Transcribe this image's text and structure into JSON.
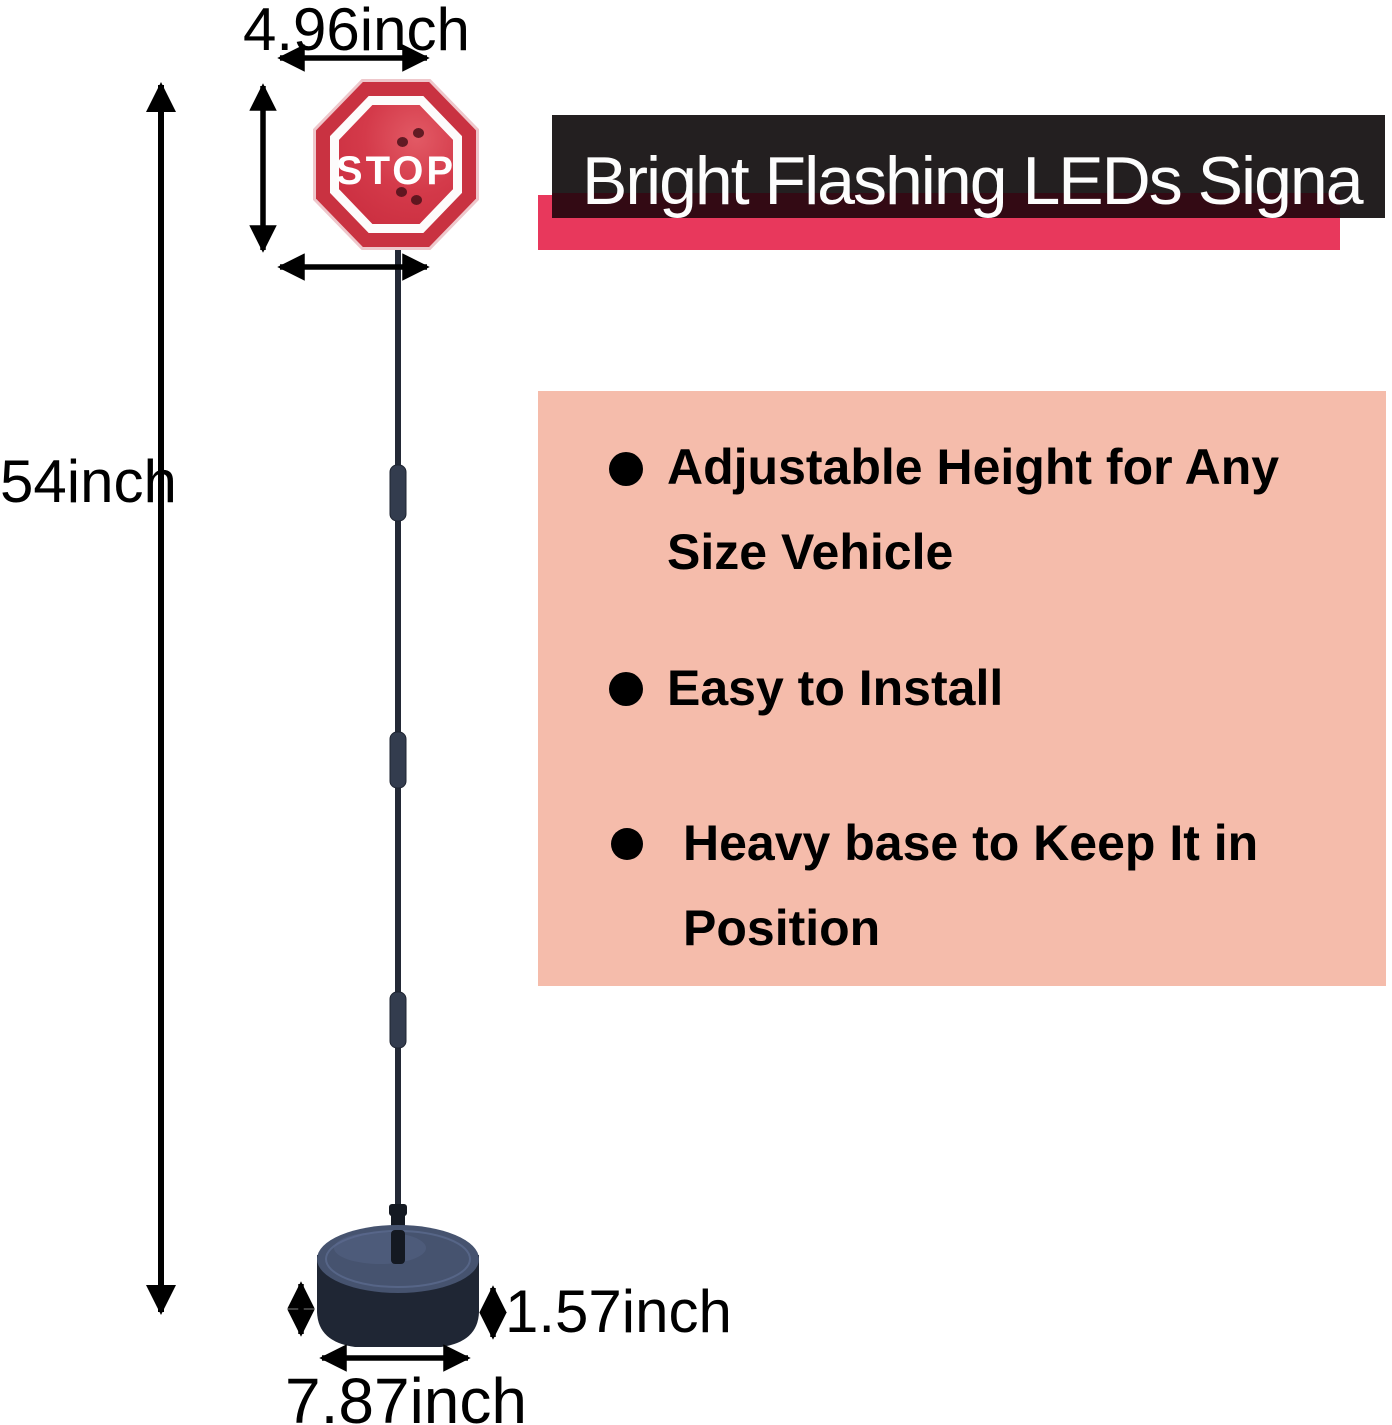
{
  "title_banner": {
    "text": "Bright Flashing LEDs Signa"
  },
  "sign": {
    "label": "STOP"
  },
  "dimensions": {
    "sign_width": "4.96inch",
    "total_height": "54inch",
    "base_height": "1.57inch",
    "base_width": "7.87inch"
  },
  "features": {
    "items": [
      {
        "line1": "Adjustable Height for Any",
        "line2": "Size Vehicle"
      },
      {
        "line1": "Easy to Install"
      },
      {
        "line1": "Heavy base to Keep It in",
        "line2": "Position"
      }
    ]
  },
  "colors": {
    "banner-black": "#231f20",
    "banner-pink": "#e8385c",
    "overlap": "#330a14",
    "feature-bg": "#f5bcab",
    "sign-red": "#d43a4a",
    "sign-red-deep": "#c93241",
    "sign-white": "#fdfbfb",
    "title-text": "#fdfdfd",
    "text": "#000000",
    "pole": "#232936",
    "base-top": "#46536f",
    "base-side": "#1f2634"
  }
}
